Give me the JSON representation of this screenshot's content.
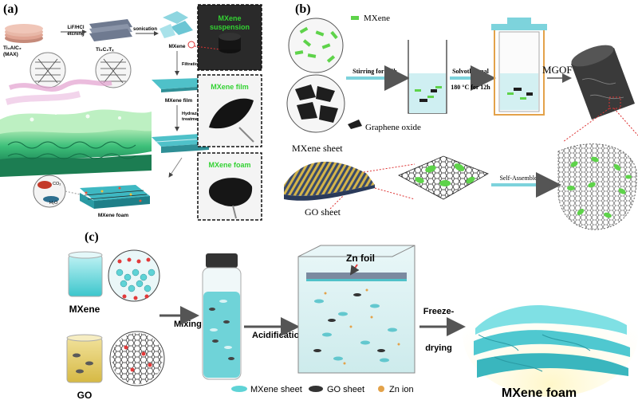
{
  "panel_a": {
    "label": "(a)",
    "max_label_1": "Ti₃AlC₂",
    "max_label_2": "(MAX)",
    "etch_1": "LiF/HCl",
    "etch_2": "etching",
    "ti3c2tx": "Ti₃C₂Tₓ",
    "sonication": "sonication",
    "mxene": "MXene",
    "filtration": "Filtration",
    "mxene_film": "MXene film",
    "hydrazine_1": "Hydrazine",
    "hydrazine_2": "treatment",
    "mxene_foam": "MXene foam",
    "co2": "CO₂",
    "h2o": "H₂O",
    "photo_suspension_1": "MXene",
    "photo_suspension_2": "suspension",
    "photo_film": "MXene film",
    "photo_foam": "MXene foam"
  },
  "panel_b": {
    "label": "(b)",
    "mxene_legend": "MXene",
    "go_legend": "Graphene oxide",
    "stirring": "Stirring for 0.5h",
    "solvothermal_1": "Solvothermal",
    "solvothermal_2": "180 °C for 12h",
    "mgof": "MGOF",
    "mxene_sheet": "MXene sheet",
    "go_sheet": "GO sheet",
    "self_assemble": "Self-Assemble"
  },
  "panel_c": {
    "label": "(c)",
    "mxene": "MXene",
    "go": "GO",
    "mixing": "Mixing",
    "acidification": "Acidification",
    "zn_foil": "Zn foil",
    "freeze_1": "Freeze-",
    "freeze_2": "drying",
    "mxene_foam": "MXene foam",
    "legend_mxene": "MXene sheet",
    "legend_go": "GO sheet",
    "legend_zn": "Zn ion"
  },
  "colors": {
    "mxene_green": "#5ed34a",
    "mxene_cyan": "#5fd3d6",
    "go_black": "#1e1e1e",
    "foam_green": "#3fbf6a",
    "arrow_gray": "#555555",
    "photo_label_green": "#33d233",
    "zn_orange": "#e3a24a"
  }
}
